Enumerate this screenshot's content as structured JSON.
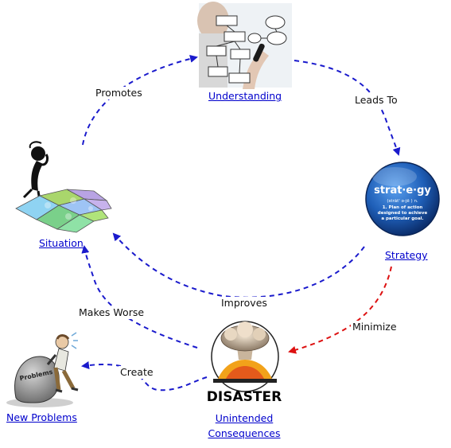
{
  "colors": {
    "arrow": "#1a1acc",
    "arrow_alert": "#dd1111",
    "link": "#0000cc",
    "strategy_badge": "#1f5fb8"
  },
  "nodes": {
    "understanding": {
      "label": "Understanding",
      "icon": "flowchart-drawing-icon"
    },
    "strategy": {
      "label": "Strategy",
      "icon": "strategy-badge-icon",
      "badge_word": "strat·e·gy",
      "badge_phon": "(străt' ə-jē ) n.",
      "badge_def_1": "1. Plan of action",
      "badge_def_2": "designed to achieve",
      "badge_def_3": "a particular goal."
    },
    "situation": {
      "label": "Situation",
      "icon": "puzzle-thinker-icon"
    },
    "disaster": {
      "label_1": "Unintended",
      "label_2": "Consequences",
      "icon": "disaster-mushroom-cloud-icon",
      "caption": "DISASTER"
    },
    "new_problems": {
      "label": "New Problems",
      "icon": "person-pushing-problems-icon",
      "rock_text": "Problems"
    }
  },
  "edges": {
    "promotes": "Promotes",
    "leads_to": "Leads To",
    "improves": "Improves",
    "minimize": "Minimize",
    "makes_worse": "Makes Worse",
    "create": "Create"
  }
}
